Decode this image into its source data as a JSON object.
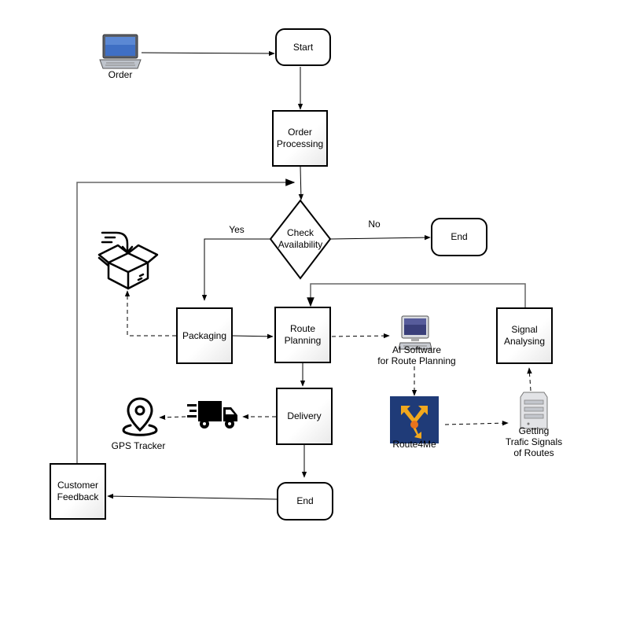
{
  "nodes": {
    "start": "Start",
    "order_processing": "Order\nProcessing",
    "check_availability": "Check\nAvailability",
    "end_top": "End",
    "packaging": "Packaging",
    "route_planning": "Route\nPlanning",
    "signal_analysing": "Signal\nAnalysing",
    "delivery": "Delivery",
    "end_bottom": "End",
    "customer_feedback": "Customer\nFeedback"
  },
  "edge_labels": {
    "yes": "Yes",
    "no": "No"
  },
  "icon_labels": {
    "order": "Order",
    "ai_software": "AI Software\nfor Route Planning",
    "route4me": "Route4Me",
    "traffic_signals": "Getting\nTrafic Signals\nof Routes",
    "gps_tracker": "GPS Tracker"
  },
  "icons": {
    "order": "laptop-icon",
    "ai_software": "computer-icon",
    "route4me": "route4me-logo-icon",
    "traffic_signals": "server-icon",
    "gps_tracker": "location-pin-icon",
    "packaging": "open-box-icon",
    "delivery": "delivery-truck-icon"
  },
  "colors": {
    "stroke": "#000000",
    "feedback_line": "#666666",
    "route4me_bg": "#1f3b78",
    "route4me_arrows": "#f2a81d"
  }
}
